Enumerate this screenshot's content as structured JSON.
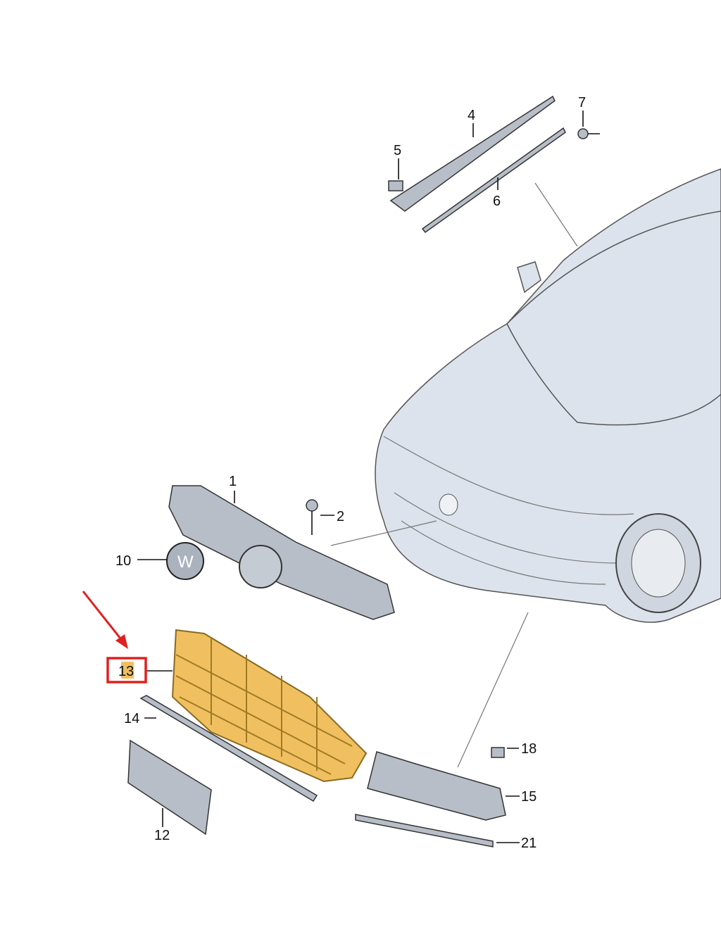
{
  "diagram": {
    "labels": {
      "p1": "1",
      "p2": "2",
      "p4": "4",
      "p5": "5",
      "p6": "6",
      "p7": "7",
      "p10": "10",
      "p12": "12",
      "p13": "13",
      "p14": "14",
      "p15": "15",
      "p18": "18",
      "p21": "21"
    },
    "highlighted_part": "13",
    "colors": {
      "highlight_box": "#e02020",
      "arrow": "#e02020",
      "highlight_part": "#f0c060"
    }
  }
}
